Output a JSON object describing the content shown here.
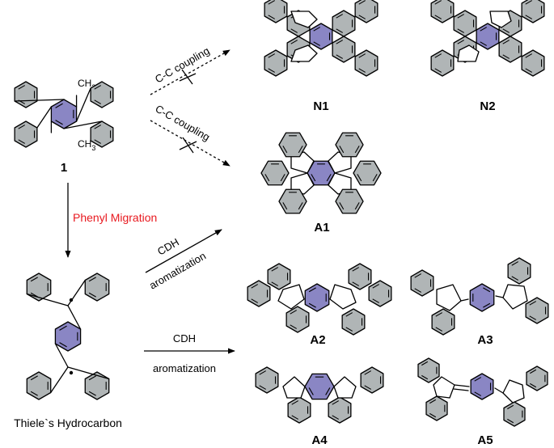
{
  "compounds": {
    "c1": "1",
    "n1": "N1",
    "n2": "N2",
    "a1": "A1",
    "a2": "A2",
    "a3": "A3",
    "a4": "A4",
    "a5": "A5",
    "thiele": "Thiele`s Hydrocarbon"
  },
  "substituents": {
    "ch3": "CH",
    "sub3": "3"
  },
  "arrows": {
    "cc_coupling": "C-C coupling",
    "phenyl_migration": "Phenyl Migration",
    "cdh": "CDH",
    "aromatization": "aromatization"
  },
  "colors": {
    "ring_fill": "#b0b5b6",
    "core_fill": "#8a86c4",
    "highlight_red": "#e8191f"
  }
}
